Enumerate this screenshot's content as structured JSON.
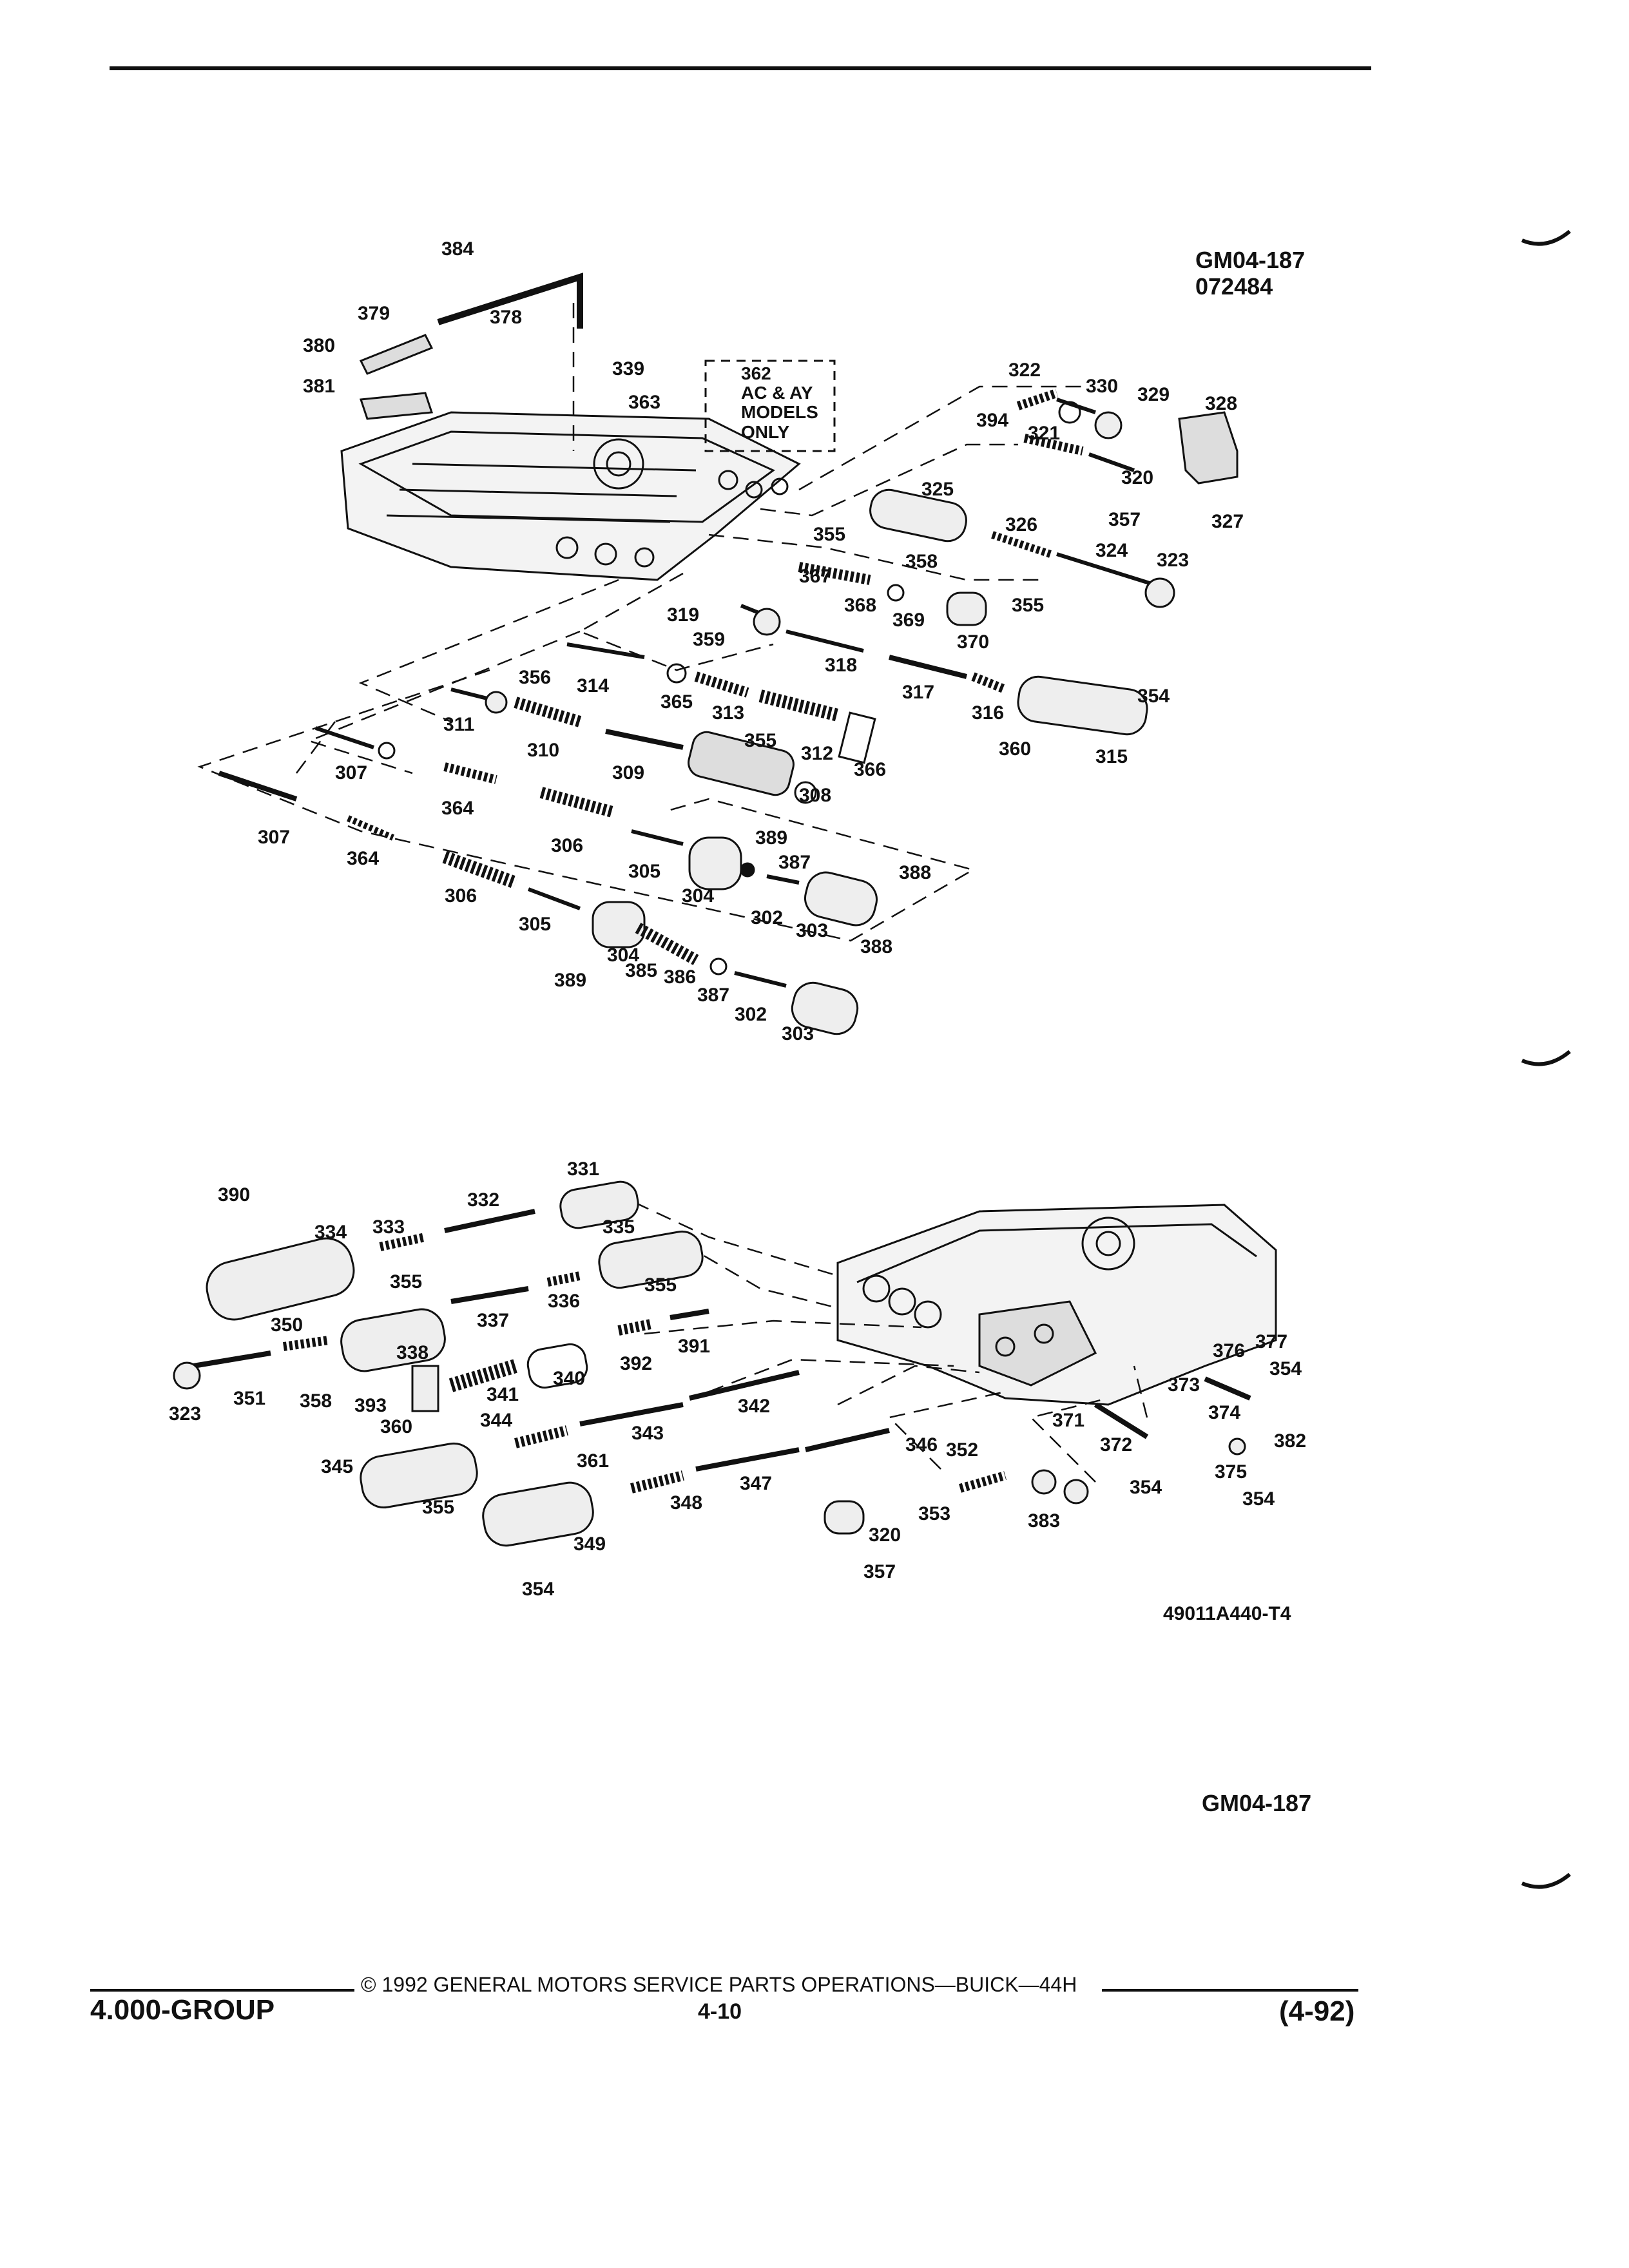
{
  "header": {},
  "top_diagram": {
    "code_line1": "GM04-187",
    "code_line2": "072484",
    "note_line1": "362",
    "note_line2": "AC & AY",
    "note_line3": "MODELS",
    "note_line4": "ONLY",
    "callouts": [
      {
        "id": "t384",
        "text": "384"
      },
      {
        "id": "t379",
        "text": "379"
      },
      {
        "id": "t378",
        "text": "378"
      },
      {
        "id": "t380",
        "text": "380"
      },
      {
        "id": "t381",
        "text": "381"
      },
      {
        "id": "t339",
        "text": "339"
      },
      {
        "id": "t363",
        "text": "363"
      },
      {
        "id": "t322",
        "text": "322"
      },
      {
        "id": "t330",
        "text": "330"
      },
      {
        "id": "t329",
        "text": "329"
      },
      {
        "id": "t328",
        "text": "328"
      },
      {
        "id": "t394",
        "text": "394"
      },
      {
        "id": "t321",
        "text": "321"
      },
      {
        "id": "t320",
        "text": "320"
      },
      {
        "id": "t327",
        "text": "327"
      },
      {
        "id": "t357",
        "text": "357"
      },
      {
        "id": "t325",
        "text": "325"
      },
      {
        "id": "t326",
        "text": "326"
      },
      {
        "id": "t355a",
        "text": "355"
      },
      {
        "id": "t358",
        "text": "358"
      },
      {
        "id": "t324",
        "text": "324"
      },
      {
        "id": "t323",
        "text": "323"
      },
      {
        "id": "t367",
        "text": "367"
      },
      {
        "id": "t368",
        "text": "368"
      },
      {
        "id": "t355b",
        "text": "355"
      },
      {
        "id": "t319",
        "text": "319"
      },
      {
        "id": "t369",
        "text": "369"
      },
      {
        "id": "t359",
        "text": "359"
      },
      {
        "id": "t370",
        "text": "370"
      },
      {
        "id": "t318",
        "text": "318"
      },
      {
        "id": "t356",
        "text": "356"
      },
      {
        "id": "t314",
        "text": "314"
      },
      {
        "id": "t365",
        "text": "365"
      },
      {
        "id": "t313",
        "text": "313"
      },
      {
        "id": "t317",
        "text": "317"
      },
      {
        "id": "t354",
        "text": "354"
      },
      {
        "id": "t316",
        "text": "316"
      },
      {
        "id": "t311",
        "text": "311"
      },
      {
        "id": "t310",
        "text": "310"
      },
      {
        "id": "t355c",
        "text": "355"
      },
      {
        "id": "t312",
        "text": "312"
      },
      {
        "id": "t360",
        "text": "360"
      },
      {
        "id": "t315",
        "text": "315"
      },
      {
        "id": "t366",
        "text": "366"
      },
      {
        "id": "t307a",
        "text": "307"
      },
      {
        "id": "t309",
        "text": "309"
      },
      {
        "id": "t308",
        "text": "308"
      },
      {
        "id": "t364a",
        "text": "364"
      },
      {
        "id": "t307b",
        "text": "307"
      },
      {
        "id": "t306a",
        "text": "306"
      },
      {
        "id": "t389a",
        "text": "389"
      },
      {
        "id": "t364b",
        "text": "364"
      },
      {
        "id": "t305a",
        "text": "305"
      },
      {
        "id": "t387a",
        "text": "387"
      },
      {
        "id": "t388a",
        "text": "388"
      },
      {
        "id": "t304a",
        "text": "304"
      },
      {
        "id": "t306b",
        "text": "306"
      },
      {
        "id": "t302a",
        "text": "302"
      },
      {
        "id": "t303a",
        "text": "303"
      },
      {
        "id": "t305b",
        "text": "305"
      },
      {
        "id": "t388b",
        "text": "388"
      },
      {
        "id": "t304b",
        "text": "304"
      },
      {
        "id": "t385",
        "text": "385"
      },
      {
        "id": "t386",
        "text": "386"
      },
      {
        "id": "t389b",
        "text": "389"
      },
      {
        "id": "t387b",
        "text": "387"
      },
      {
        "id": "t302b",
        "text": "302"
      },
      {
        "id": "t303b",
        "text": "303"
      }
    ]
  },
  "bottom_diagram": {
    "figure_code": "49011A440-T4",
    "callouts": [
      {
        "id": "b331",
        "text": "331"
      },
      {
        "id": "b390",
        "text": "390"
      },
      {
        "id": "b332",
        "text": "332"
      },
      {
        "id": "b334",
        "text": "334"
      },
      {
        "id": "b333",
        "text": "333"
      },
      {
        "id": "b335",
        "text": "335"
      },
      {
        "id": "b355a",
        "text": "355"
      },
      {
        "id": "b336",
        "text": "336"
      },
      {
        "id": "b355b",
        "text": "355"
      },
      {
        "id": "b350",
        "text": "350"
      },
      {
        "id": "b337",
        "text": "337"
      },
      {
        "id": "b338",
        "text": "338"
      },
      {
        "id": "b391",
        "text": "391"
      },
      {
        "id": "b392",
        "text": "392"
      },
      {
        "id": "b340",
        "text": "340"
      },
      {
        "id": "b323",
        "text": "323"
      },
      {
        "id": "b351",
        "text": "351"
      },
      {
        "id": "b358",
        "text": "358"
      },
      {
        "id": "b393",
        "text": "393"
      },
      {
        "id": "b341",
        "text": "341"
      },
      {
        "id": "b342",
        "text": "342"
      },
      {
        "id": "b376",
        "text": "376"
      },
      {
        "id": "b377",
        "text": "377"
      },
      {
        "id": "b354a",
        "text": "354"
      },
      {
        "id": "b373",
        "text": "373"
      },
      {
        "id": "b360",
        "text": "360"
      },
      {
        "id": "b344",
        "text": "344"
      },
      {
        "id": "b343",
        "text": "343"
      },
      {
        "id": "b371",
        "text": "371"
      },
      {
        "id": "b374",
        "text": "374"
      },
      {
        "id": "b382",
        "text": "382"
      },
      {
        "id": "b372",
        "text": "372"
      },
      {
        "id": "b346",
        "text": "346"
      },
      {
        "id": "b345",
        "text": "345"
      },
      {
        "id": "b361",
        "text": "361"
      },
      {
        "id": "b352",
        "text": "352"
      },
      {
        "id": "b375",
        "text": "375"
      },
      {
        "id": "b347",
        "text": "347"
      },
      {
        "id": "b354b",
        "text": "354"
      },
      {
        "id": "b354c",
        "text": "354"
      },
      {
        "id": "b355c",
        "text": "355"
      },
      {
        "id": "b348",
        "text": "348"
      },
      {
        "id": "b353",
        "text": "353"
      },
      {
        "id": "b383",
        "text": "383"
      },
      {
        "id": "b320",
        "text": "320"
      },
      {
        "id": "b349",
        "text": "349"
      },
      {
        "id": "b357",
        "text": "357"
      },
      {
        "id": "b354d",
        "text": "354"
      }
    ]
  },
  "page_code": "GM04-187",
  "footer": {
    "group": "4.000-GROUP",
    "copyright": "© 1992 GENERAL MOTORS SERVICE PARTS OPERATIONS—BUICK—44H",
    "page_number": "4-10",
    "date": "(4-92)"
  }
}
